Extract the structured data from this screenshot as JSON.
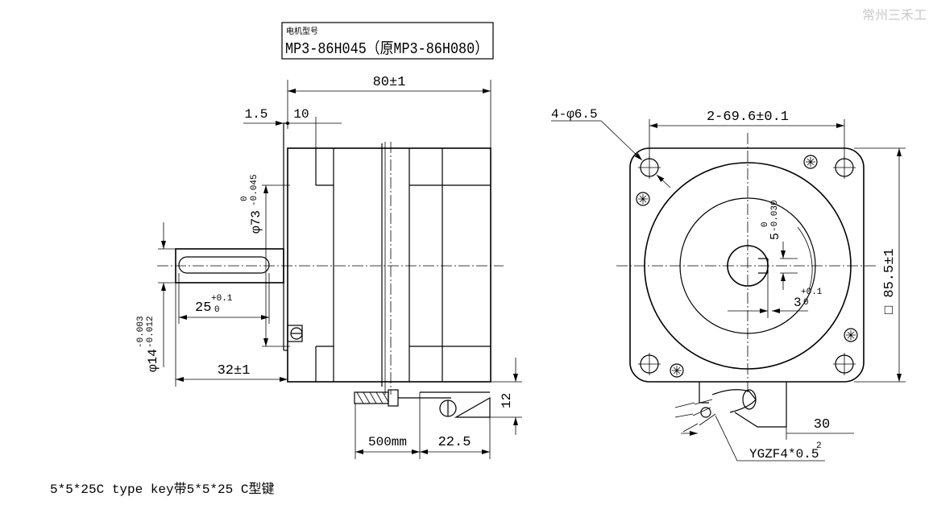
{
  "watermark": "常州三禾工",
  "model_box": {
    "label": "电机型号",
    "model": "MP3-86H045（原MP3-86H080）"
  },
  "side_view": {
    "dim_length": "80±1",
    "dim_flange": "1.5",
    "dim_pilot": "10",
    "dim_pilot_dia": "φ73",
    "dim_pilot_tol_upper": "0",
    "dim_pilot_tol_lower": "-0.045",
    "dim_key_len": "25",
    "dim_key_tol_upper": "+0.1",
    "dim_key_tol_lower": "0",
    "dim_shaft_dia": "φ14",
    "dim_shaft_tol_upper": "-0.003",
    "dim_shaft_tol_lower": "-0.012",
    "dim_shaft_len": "32±1",
    "dim_cable_len": "500mm",
    "dim_gland": "22.5",
    "dim_gland_h": "12"
  },
  "front_view": {
    "dim_holes": "4-φ6.5",
    "dim_pcd": "2-69.6±0.1",
    "dim_square": "□ 85.5±1",
    "dim_key_w": "5",
    "dim_key_w_tol_upper": "0",
    "dim_key_w_tol_lower": "-0.030",
    "dim_key_depth": "3",
    "dim_key_depth_tol_upper": "+0.1",
    "dim_key_depth_tol_lower": "0",
    "dim_cable_offset": "30",
    "cable_spec": "YGZF4*0.5",
    "cable_spec_sup": "2"
  },
  "footnote": "5*5*25C type key带5*5*25 C型键"
}
